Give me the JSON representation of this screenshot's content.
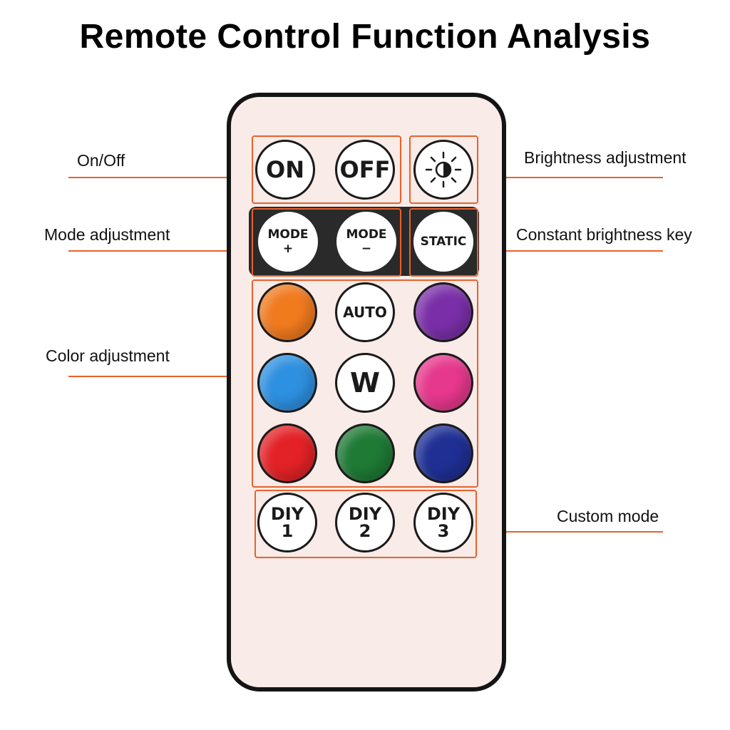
{
  "title": "Remote Control Function Analysis",
  "callouts": {
    "on_off": "On/Off",
    "mode_adjustment": "Mode adjustment",
    "color_adjustment": "Color adjustment",
    "brightness_adjustment": "Brightness adjustment",
    "constant_brightness_key": "Constant brightness key",
    "custom_mode": "Custom mode"
  },
  "buttons": {
    "on": "ON",
    "off": "OFF",
    "mode_plus": {
      "top": "MODE",
      "bottom": "+"
    },
    "mode_minus": {
      "top": "MODE",
      "bottom": "−"
    },
    "static": "STATIC",
    "auto": "AUTO",
    "white": "W",
    "diy1": {
      "top": "DIY",
      "bottom": "1"
    },
    "diy2": {
      "top": "DIY",
      "bottom": "2"
    },
    "diy3": {
      "top": "DIY",
      "bottom": "3"
    }
  },
  "colors": {
    "accent": "#e8622c",
    "orange": "#f07a1e",
    "purple": "#7a2fa8",
    "light_blue": "#2e90e0",
    "pink": "#e6388c",
    "red": "#e32227",
    "green": "#1e7a35",
    "dark_blue": "#1f2f94"
  },
  "icons": {
    "brightness": "brightness-sun-icon"
  }
}
